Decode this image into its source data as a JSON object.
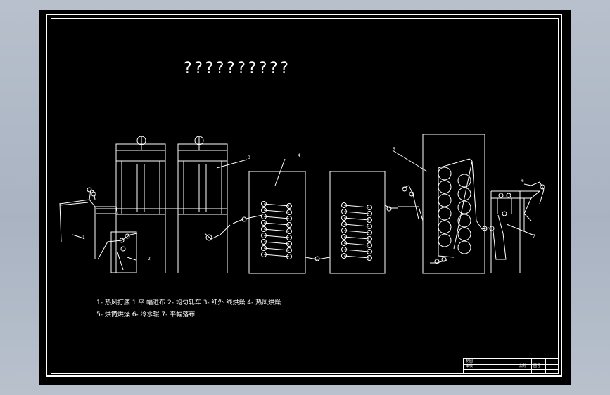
{
  "drawing": {
    "title": "??????????",
    "legend": {
      "line1": "1- 热风打底 1 平 幅进布   2- 均匀轧车   3- 红外 线烘燥   4- 热风烘燥",
      "line2": "5- 烘筒烘燥          6- 冷水辊    7- 平幅落布"
    },
    "part_numbers": [
      "1",
      "2",
      "3",
      "4",
      "5",
      "6",
      "7"
    ],
    "title_block": {
      "cell_a": "制图",
      "cell_b": "审核",
      "cell_c": "比例",
      "cell_d": "图号"
    }
  },
  "colors": {
    "background": "#000000",
    "linework": "#ffffff",
    "chrome": "#b0b9c6"
  }
}
